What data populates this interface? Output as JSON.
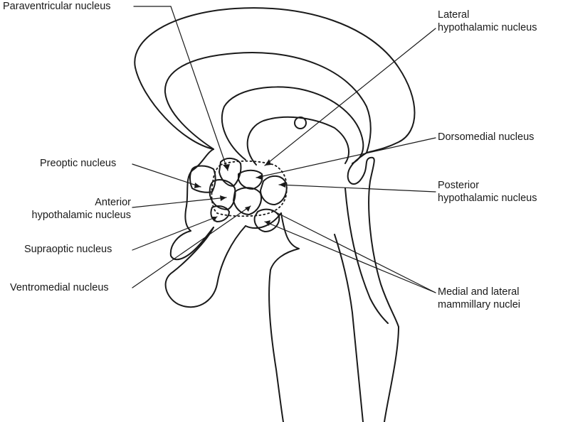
{
  "labels": {
    "paraventricular": "Paraventricular nucleus",
    "lateral_line1": "Lateral",
    "lateral_line2": "hypothalamic nucleus",
    "dorsomedial": "Dorsomedial nucleus",
    "preoptic": "Preoptic nucleus",
    "posterior_line1": "Posterior",
    "posterior_line2": "hypothalamic nucleus",
    "anterior_line1": "Anterior",
    "anterior_line2": "hypothalamic nucleus",
    "supraoptic": "Supraoptic nucleus",
    "ventromedial": "Ventromedial nucleus",
    "mammillary_line1": "Medial and lateral",
    "mammillary_line2": "mammillary nuclei"
  },
  "colors": {
    "ink": "#1a1a1a",
    "background": "#ffffff"
  }
}
